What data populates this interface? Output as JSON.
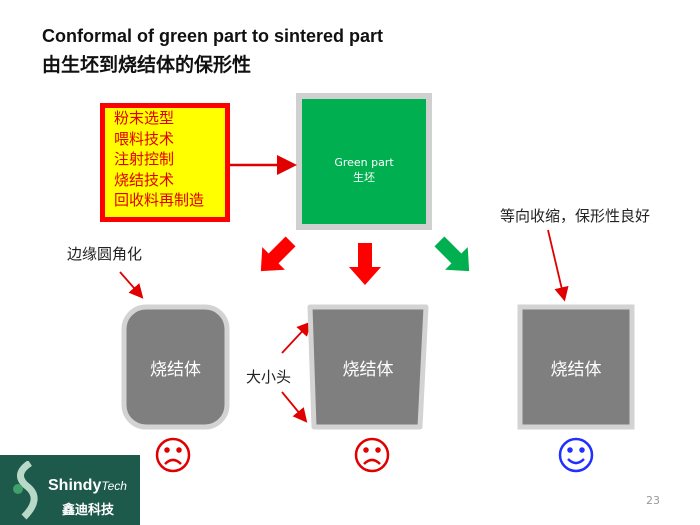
{
  "title": {
    "line1": "Conformal of green part to sintered part",
    "line2": "由生坯到烧结体的保形性"
  },
  "process_box": {
    "items": [
      "粉末选型",
      "喂料技术",
      "注射控制",
      "烧结技术",
      "回收料再制造"
    ]
  },
  "green_part": {
    "label_en": "Green part",
    "label_cn": "生坯"
  },
  "annotations": {
    "left": "边缘圆角化",
    "middle": "大小头",
    "right": "等向收缩，保形性良好"
  },
  "parts": [
    {
      "label": "烧结体",
      "result": "sad"
    },
    {
      "label": "烧结体",
      "result": "sad"
    },
    {
      "label": "烧结体",
      "result": "happy"
    }
  ],
  "colors": {
    "red": "#ff0000",
    "green": "#00b050",
    "gray": "#7f7f7f",
    "blue": "#2030ff"
  },
  "logo": {
    "name": "Shindy",
    "suffix": "Tech",
    "cn": "鑫迪科技"
  },
  "page_number": "23"
}
